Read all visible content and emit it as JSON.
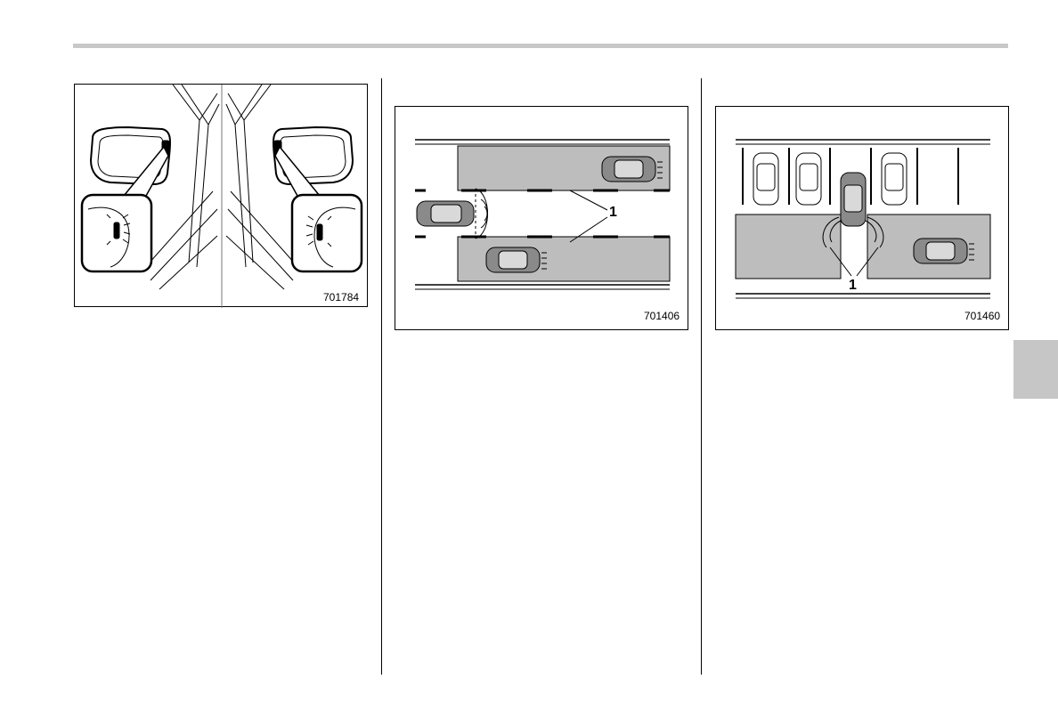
{
  "page": {
    "tab_color": "#c6c6c6",
    "rule_color": "#c8c8c8"
  },
  "figures": [
    {
      "id": "mirror-indicator-figure",
      "code": "701784"
    },
    {
      "id": "lane-change-figure",
      "code": "701406",
      "callout": "1"
    },
    {
      "id": "parking-lot-figure",
      "code": "701460",
      "callout": "1"
    }
  ]
}
